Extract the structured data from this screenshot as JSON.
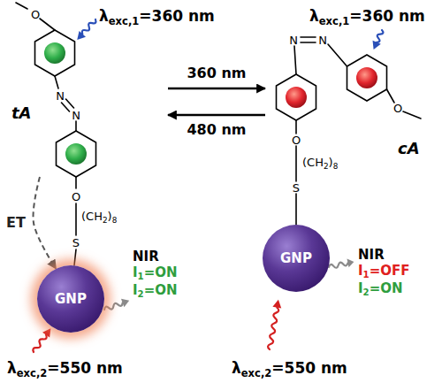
{
  "diagram": {
    "nodes": [
      {
        "text": [
          "tA"
        ]
      },
      {
        "text": [
          "cA"
        ]
      },
      {
        "text": [
          "GNP"
        ]
      },
      {
        "text": [
          "GNP"
        ]
      }
    ],
    "edges": [
      {
        "from": 0,
        "to": 1,
        "arrow": "to",
        "label": "360 nm"
      },
      {
        "from": 1,
        "to": 0,
        "arrow": "to",
        "label": "480 nm"
      },
      {
        "from": 0,
        "to": 2,
        "arrow": "to",
        "label": "ET"
      }
    ],
    "labels": [
      "λ",
      "exc,1",
      "=360 nm",
      "O",
      "N",
      "N",
      "O",
      "(CH",
      "2",
      ")",
      "8",
      "S",
      "NIR",
      "I",
      "1",
      "=ON",
      "I",
      "2",
      "=ON",
      "λ",
      "exc,2",
      "=550 nm",
      "λ",
      "exc,1",
      "=360 nm",
      "N",
      "N",
      "O",
      "O",
      "(CH",
      "2",
      ")",
      "8",
      "S",
      "NIR",
      "I",
      "1",
      "=OFF",
      "I",
      "2",
      "=ON",
      "λ",
      "exc,2",
      "=550 nm"
    ]
  }
}
